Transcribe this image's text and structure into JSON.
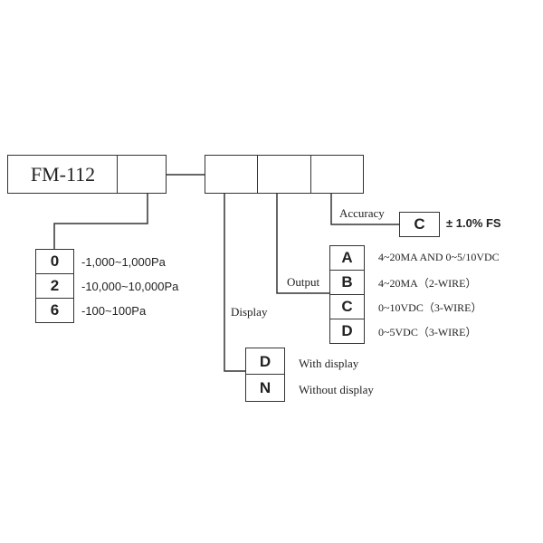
{
  "model": "FM-112",
  "range": {
    "options": [
      {
        "code": "0",
        "desc": "-1,000~1,000Pa"
      },
      {
        "code": "2",
        "desc": "-10,000~10,000Pa"
      },
      {
        "code": "6",
        "desc": "-100~100Pa"
      }
    ]
  },
  "display": {
    "label": "Display",
    "options": [
      {
        "code": "D",
        "desc": "With display"
      },
      {
        "code": "N",
        "desc": "Without display"
      }
    ]
  },
  "output": {
    "label": "Output",
    "options": [
      {
        "code": "A",
        "desc": "4~20MA AND 0~5/10VDC"
      },
      {
        "code": "B",
        "desc": "4~20MA（2-WIRE）"
      },
      {
        "code": "C",
        "desc": "0~10VDC（3-WIRE）"
      },
      {
        "code": "D",
        "desc": "0~5VDC（3-WIRE）"
      }
    ]
  },
  "accuracy": {
    "label": "Accuracy",
    "code": "C",
    "desc": "± 1.0% FS"
  }
}
